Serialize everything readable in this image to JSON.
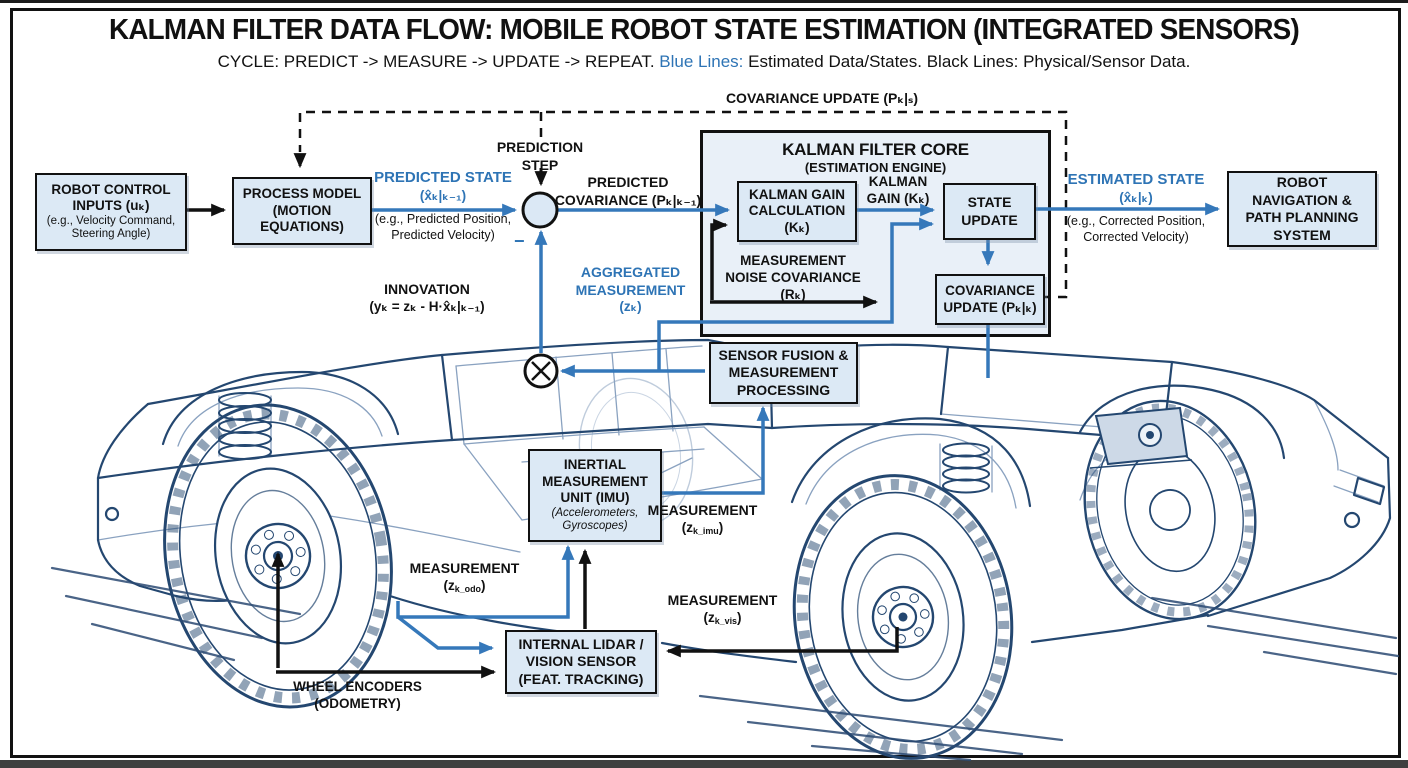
{
  "title": "KALMAN FILTER DATA FLOW: MOBILE ROBOT STATE ESTIMATION (INTEGRATED SENSORS)",
  "subtitle": {
    "cycle": "CYCLE: PREDICT -> MEASURE -> UPDATE -> REPEAT. ",
    "blue_label": "Blue Lines:",
    "rest": " Estimated Data/States. Black Lines: Physical/Sensor Data."
  },
  "colors": {
    "flow_blue": "#3578ba",
    "text_blue": "#2e74b5",
    "line_black": "#111111",
    "box_fill": "#dce9f5",
    "sketch_navy": "#244770"
  },
  "boxes": {
    "robot_control_inputs": {
      "title_lines": [
        "ROBOT CONTROL",
        "INPUTS (uₖ)"
      ],
      "subtitle_lines": [
        "(e.g., Velocity Command,",
        "Steering Angle)"
      ]
    },
    "process_model": {
      "title_lines": [
        "PROCESS MODEL",
        "(MOTION",
        "EQUATIONS)"
      ]
    },
    "kalman_core": {
      "title": "KALMAN FILTER CORE",
      "subtitle": "(ESTIMATION ENGINE)"
    },
    "kalman_gain_calc": {
      "title_lines": [
        "KALMAN GAIN",
        "CALCULATION",
        "(Kₖ)"
      ]
    },
    "state_update": {
      "title_lines": [
        "STATE",
        "UPDATE"
      ]
    },
    "covariance_update": {
      "title_lines": [
        "COVARIANCE",
        "UPDATE (Pₖ|ₖ)"
      ]
    },
    "robot_navigation": {
      "title_lines": [
        "ROBOT",
        "NAVIGATION &",
        "PATH PLANNING",
        "SYSTEM"
      ]
    },
    "sensor_fusion": {
      "title_lines": [
        "SENSOR FUSION &",
        "MEASUREMENT",
        "PROCESSING"
      ]
    },
    "imu": {
      "title_lines": [
        "INERTIAL",
        "MEASUREMENT",
        "UNIT (IMU)"
      ],
      "subtitle_lines": [
        "(Accelerometers,",
        "Gyroscopes)"
      ]
    },
    "lidar": {
      "title_lines": [
        "INTERNAL LIDAR /",
        "VISION SENSOR",
        "(FEAT. TRACKING)"
      ]
    }
  },
  "labels": {
    "covariance_update_top": "COVARIANCE UPDATE (Pₖ|ₛ)",
    "prediction_step": [
      "PREDICTION",
      "STEP"
    ],
    "predicted_state": [
      "PREDICTED STATE",
      "(x̂ₖ|ₖ₋₁)"
    ],
    "predicted_state_example": [
      "(e.g., Predicted Position,",
      "Predicted Velocity)"
    ],
    "predicted_covariance": [
      "PREDICTED",
      "COVARIANCE (Pₖ|ₖ₋₁)"
    ],
    "kalman_gain": [
      "KALMAN",
      "GAIN (Kₖ)"
    ],
    "measurement_noise": [
      "MEASUREMENT",
      "NOISE COVARIANCE",
      "(Rₖ)"
    ],
    "estimated_state": [
      "ESTIMATED STATE",
      "(x̂ₖ|ₖ)"
    ],
    "estimated_state_example": [
      "(e.g., Corrected Position,",
      "Corrected Velocity)"
    ],
    "innovation": [
      "INNOVATION",
      "(yₖ = zₖ - H·x̂ₖ|ₖ₋₁)"
    ],
    "aggregated_measurement": [
      "AGGREGATED",
      "MEASUREMENT",
      "(zₖ)"
    ],
    "measurement_imu": {
      "title": "MEASUREMENT",
      "formula": [
        {
          "t": "(z"
        },
        {
          "t": "k_imu",
          "s": true
        },
        {
          "t": ")"
        }
      ]
    },
    "measurement_odo": {
      "title": "MEASUREMENT",
      "formula": [
        {
          "t": "(z"
        },
        {
          "t": "k_odo",
          "s": true
        },
        {
          "t": ")"
        }
      ]
    },
    "measurement_vis": {
      "title": "MEASUREMENT",
      "formula": [
        {
          "t": "(z"
        },
        {
          "t": "k_vis",
          "s": true
        },
        {
          "t": ")"
        }
      ]
    },
    "wheel_encoders": [
      "WHEEL ENCODERS",
      "(ODOMETRY)"
    ],
    "minus_sign": "−"
  }
}
